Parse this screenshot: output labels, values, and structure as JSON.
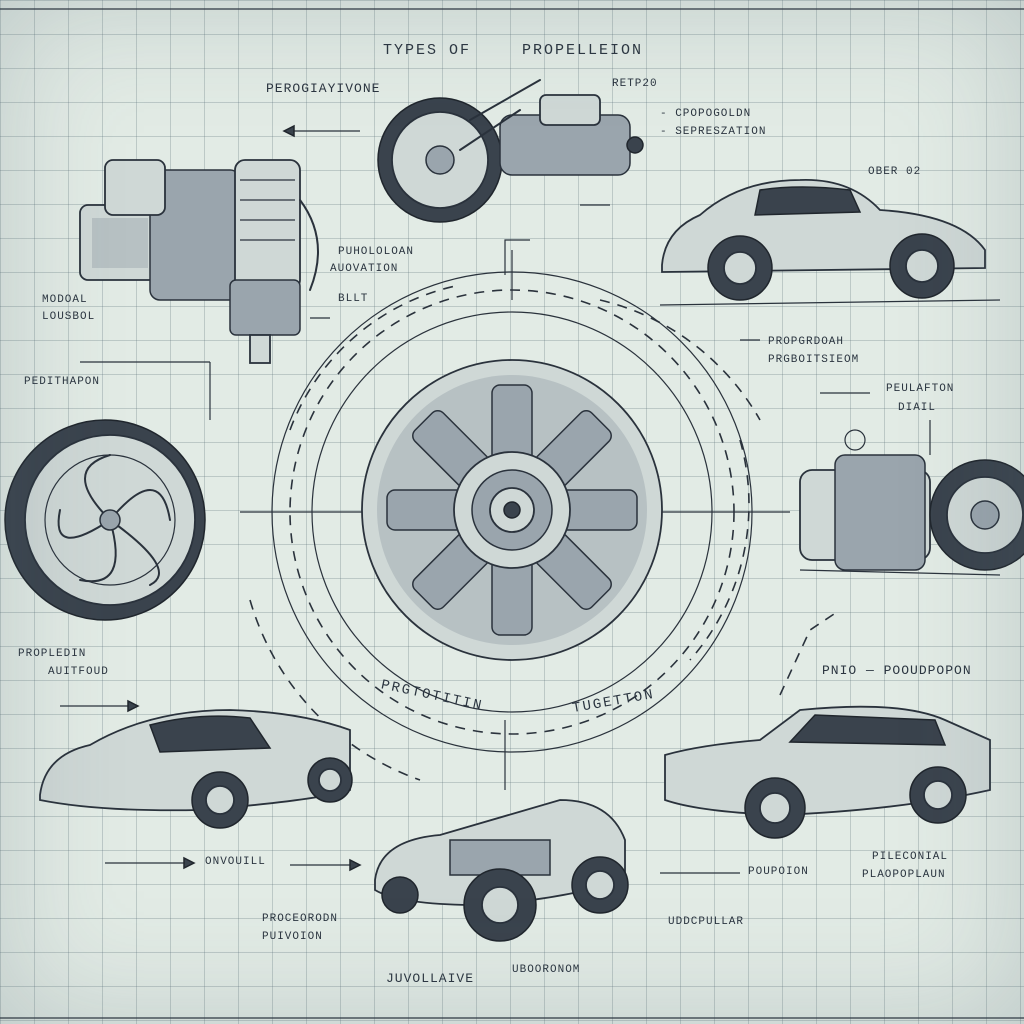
{
  "title": {
    "part1": "TYPES OF",
    "part2": "PROPELLEION"
  },
  "labels": {
    "top_left": "PEROGIAYIVONE",
    "top_right_small": "RETP20",
    "top_right_a": "- CPOPOGOLDN",
    "top_right_b": "- SEPRESZATION",
    "car_top_right": "OBER 02",
    "engine_left_a": "PUHOLOLOAN",
    "engine_left_b": "AUOVATION",
    "engine_left_c": "BLLT",
    "far_left_a": "MODOAL",
    "far_left_b": "LOUSBOL",
    "right_mid_a": "PROPGRDOAH",
    "right_mid_b": "PRGBOITSIEOM",
    "right_c": "PEULAFTON",
    "right_d": "DIAIL",
    "left_mid": "PEDITHAPON",
    "left_low_a": "PROPLEDIN",
    "left_low_b": "AUITFOUD",
    "arc_left": "PRGTOTITIN",
    "arc_right": "TUGETTON",
    "right_low": "PNIO — POOUDPOPON",
    "bottom_left_arrow": "ONVOUILL",
    "bottom_left_a": "PROCEORODN",
    "bottom_left_b": "PUIVOION",
    "bottom_center": "UDDCPULLAR",
    "bottom_mid": "JUVOLLAIVE",
    "bottom_small": "UBOORONOM",
    "bottom_right_a": "POUPOION",
    "bottom_right_b": "PILECONIAL",
    "bottom_right_c": "PLAOPOPLAUN"
  },
  "colors": {
    "paper": "#e2ebe5",
    "grid": "#5a6e78",
    "ink": "#2a323c"
  }
}
